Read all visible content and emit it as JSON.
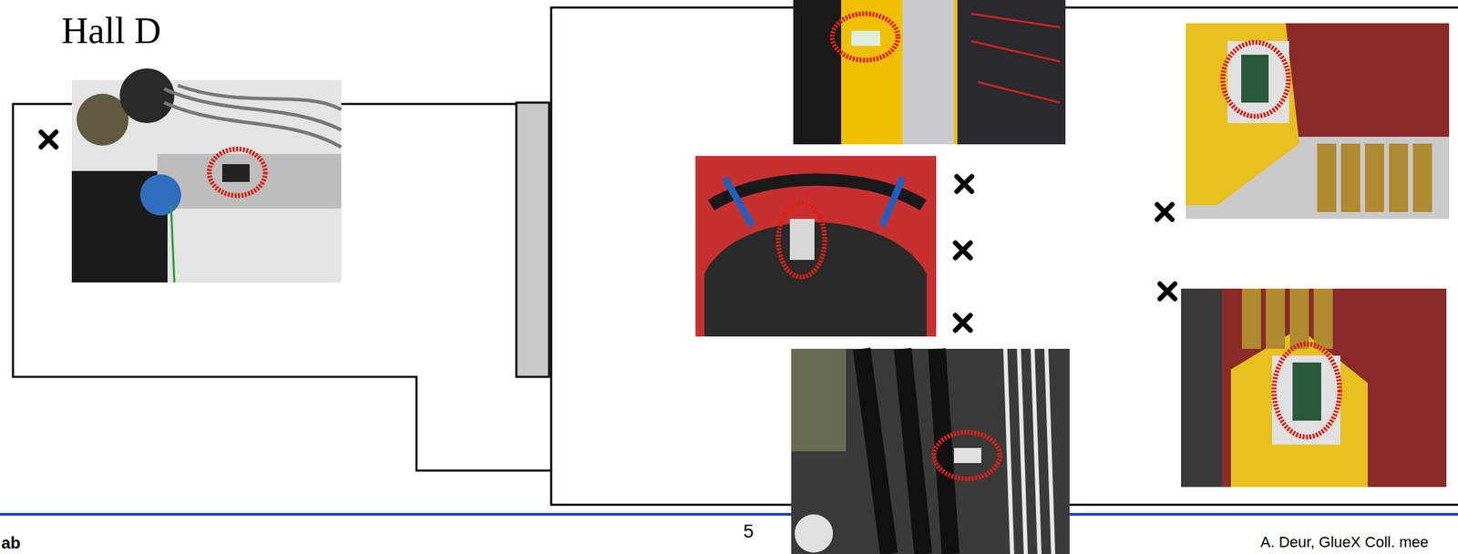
{
  "diagram": {
    "title": "Hall D",
    "labels": [
      "5",
      "ab",
      "A. Deur, GlueX Coll. mee"
    ]
  }
}
